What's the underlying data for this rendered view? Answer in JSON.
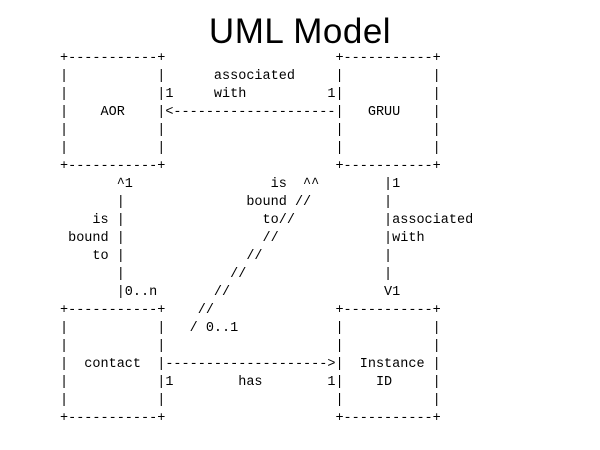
{
  "title": "UML Model",
  "colors": {
    "background": "#ffffff",
    "text": "#000000"
  },
  "diagram": {
    "ascii_lines": [
      "+-----------+                     +-----------+",
      "|           |      associated     |           |",
      "|           |1     with          1|           |",
      "|    AOR    |<--------------------|   GRUU    |",
      "|           |                     |           |",
      "|           |                     |           |",
      "+-----------+                     +-----------+",
      "       ^1                 is  ^^        |1",
      "       |               bound //         |",
      "    is |                 to//           |associated",
      " bound |                 //             |with",
      "    to |               //               |",
      "       |             //                 |",
      "       |0..n       //                   V1",
      "+-----------+    //               +-----------+",
      "|           |   / 0..1            |           |",
      "|           |                     |           |",
      "|  contact  |-------------------->|  Instance |",
      "|           |1        has        1|    ID     |",
      "|           |                     |           |",
      "+-----------+                     +-----------+"
    ],
    "entities": [
      {
        "name": "AOR"
      },
      {
        "name": "GRUU"
      },
      {
        "name": "contact"
      },
      {
        "name": "Instance ID"
      }
    ],
    "relationships": [
      {
        "from": "GRUU",
        "to": "AOR",
        "label": "associated with",
        "from_multiplicity": "1",
        "to_multiplicity": "1"
      },
      {
        "from": "contact",
        "to": "AOR",
        "label": "is bound to",
        "from_multiplicity": "0..n",
        "to_multiplicity": "1"
      },
      {
        "from": "GRUU",
        "to": "contact",
        "label": "is bound to",
        "to_multiplicity": "0..1"
      },
      {
        "from": "GRUU",
        "to": "Instance ID",
        "label": "associated with",
        "from_multiplicity": "1",
        "to_multiplicity": "1"
      },
      {
        "from": "contact",
        "to": "Instance ID",
        "label": "has",
        "from_multiplicity": "1",
        "to_multiplicity": "1"
      }
    ]
  }
}
